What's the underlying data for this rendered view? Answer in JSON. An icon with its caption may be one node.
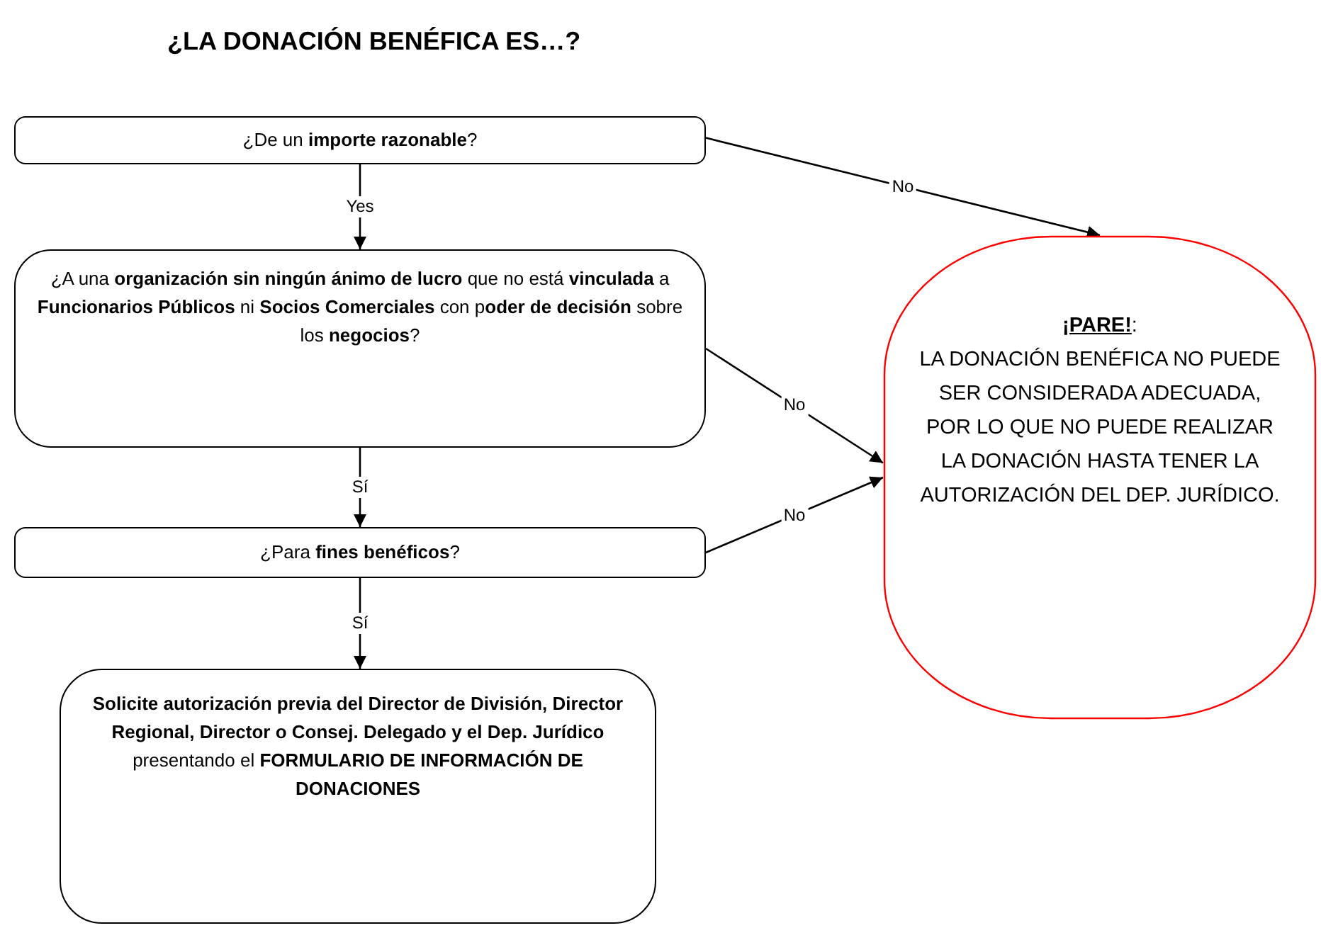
{
  "diagram": {
    "title": "¿LA DONACIÓN BENÉFICA ES…?",
    "nodes": [
      {
        "text": [
          "¿De un **importe razonable**?"
        ]
      },
      {
        "text": [
          "¿A una **organización sin ningún ánimo de lucro** que no está **vinculada** a **Funcionarios Públicos** ni **Socios Comerciales** con p**oder de decisión** sobre los **negocios**?"
        ]
      },
      {
        "text": [
          "¿Para **fines benéficos**?"
        ]
      },
      {
        "text": [
          "**Solicite autorización previa del Director de División, Director Regional, Director o Consej. Delegado y el Dep. Jurídico** presentando el **FORMULARIO DE INFORMACIÓN DE DONACIONES**"
        ]
      },
      {
        "text": [
          "**¡PARE!**:",
          "LA DONACIÓN BENÉFICA NO PUEDE SER CONSIDERADA ADECUADA, POR LO QUE NO PUEDE REALIZAR LA DONACIÓN HASTA TENER LA AUTORIZACIÓN DEL DEP. JURÍDICO."
        ]
      }
    ],
    "edges": [
      {
        "from": 0,
        "to": 1,
        "arrow": "to",
        "label": "Yes"
      },
      {
        "from": 1,
        "to": 2,
        "arrow": "to",
        "label": "Sí"
      },
      {
        "from": 2,
        "to": 3,
        "arrow": "to",
        "label": "Sí"
      },
      {
        "from": 0,
        "to": 4,
        "arrow": "to",
        "label": "No"
      },
      {
        "from": 1,
        "to": 4,
        "arrow": "to",
        "label": "No"
      },
      {
        "from": 2,
        "to": 4,
        "arrow": "to",
        "label": "No"
      }
    ]
  }
}
